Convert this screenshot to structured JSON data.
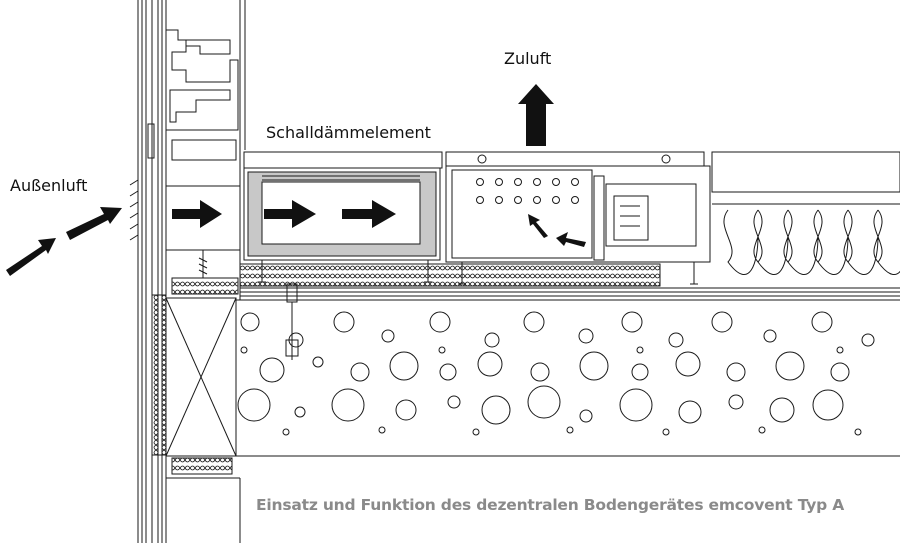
{
  "labels": {
    "outside_air": "Außenluft",
    "supply_air": "Zuluft",
    "silencer": "Schalldämmelement"
  },
  "caption": "Einsatz und Funktion des dezentralen Bodengerätes emcovent Typ A",
  "colors": {
    "line": "#1a1a1a",
    "arrow": "#111111",
    "caption": "#8a8a8a",
    "silencer_fill": "#c8c8c8"
  }
}
